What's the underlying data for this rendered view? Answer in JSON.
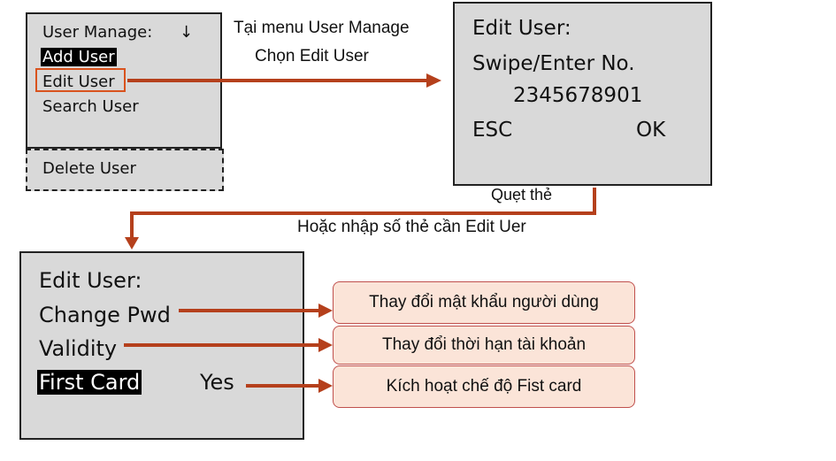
{
  "menu_screen": {
    "title": "User Manage:",
    "arrow": "↓",
    "items": [
      "Add User",
      "Edit User",
      "Search User"
    ],
    "extra_item": "Delete User"
  },
  "step1_caption": [
    "Tại menu User Manage",
    "Chọn Edit User"
  ],
  "entry_screen": {
    "title": "Edit User:",
    "prompt": "Swipe/Enter No.",
    "number": "2345678901",
    "esc": "ESC",
    "ok": "OK"
  },
  "step2_caption": [
    "Quẹt thẻ",
    "Hoặc nhập số thẻ cần Edit Uer"
  ],
  "options_screen": {
    "title": "Edit User:",
    "change_pwd": "Change Pwd",
    "validity": "Validity",
    "first_card": "First Card",
    "first_card_value": "Yes"
  },
  "notes": [
    "Thay đổi mật khẩu người dùng",
    "Thay đổi thời hạn tài khoản",
    "Kích hoạt chế độ Fist card"
  ],
  "colors": {
    "arrow": "#b5401c",
    "screen_bg": "#d9d9d9",
    "note_bg": "#fbe4d8",
    "note_border": "#c0504d"
  }
}
